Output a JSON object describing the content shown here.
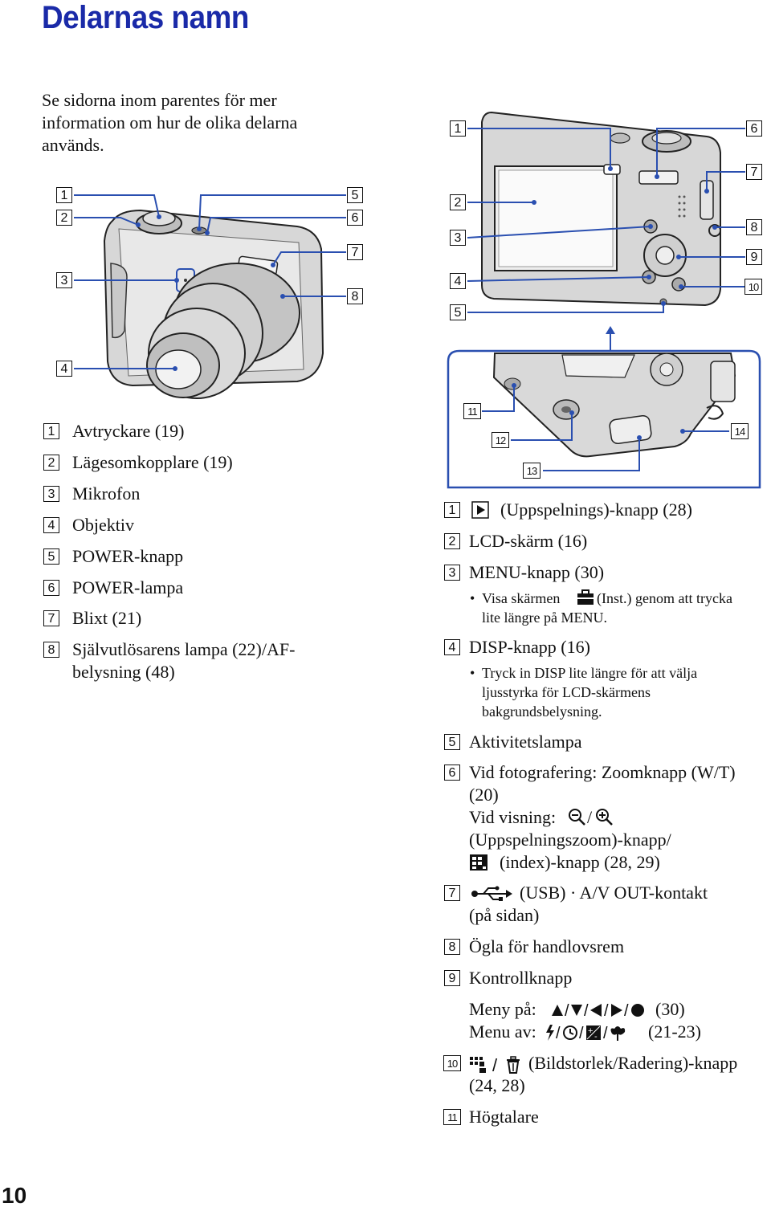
{
  "page": {
    "title": "Delarnas namn",
    "intro": "Se sidorna inom parentes för mer information om hur de olika delarna används.",
    "page_number": "10"
  },
  "front_callouts": [
    "1",
    "2",
    "3",
    "4",
    "5",
    "6",
    "7",
    "8"
  ],
  "back_callouts": [
    "1",
    "2",
    "3",
    "4",
    "5",
    "6",
    "7",
    "8",
    "9",
    "10"
  ],
  "bottom_callouts": [
    "11",
    "12",
    "13",
    "14"
  ],
  "front_list": [
    {
      "num": "1",
      "text": "Avtryckare (19)"
    },
    {
      "num": "2",
      "text": "Lägesomkopplare (19)"
    },
    {
      "num": "3",
      "text": "Mikrofon"
    },
    {
      "num": "4",
      "text": "Objektiv"
    },
    {
      "num": "5",
      "text": "POWER-knapp"
    },
    {
      "num": "6",
      "text": "POWER-lampa"
    },
    {
      "num": "7",
      "text": "Blixt (21)"
    },
    {
      "num": "8",
      "text": "Självutlösarens lampa (22)/AF-",
      "text2": "belysning (48)"
    }
  ],
  "back_list": {
    "item1": {
      "num": "1",
      "text": "(Uppspelnings)-knapp (28)",
      "icon": "play-icon"
    },
    "item2": {
      "num": "2",
      "text": "LCD-skärm (16)"
    },
    "item3": {
      "num": "3",
      "text": "MENU-knapp (30)",
      "sub_a": "Visa skärmen",
      "sub_b": "(Inst.) genom att trycka",
      "sub_c": "lite längre på MENU.",
      "icon": "toolbox-icon"
    },
    "item4": {
      "num": "4",
      "text": "DISP-knapp (16)",
      "sub1": "Tryck in DISP lite längre för att välja",
      "sub2": "ljusstyrka för LCD-skärmens",
      "sub3": "bakgrundsbelysning."
    },
    "item5": {
      "num": "5",
      "text": "Aktivitetslampa"
    },
    "item6": {
      "num": "6",
      "line1": "Vid fotografering: Zoomknapp (W/T)",
      "line2": "(20)",
      "line3": "Vid visning:",
      "line4": "(Uppspelningszoom)-knapp/",
      "line5": "(index)-knapp (28, 29)"
    },
    "item7": {
      "num": "7",
      "line1": "(USB) · A/V OUT-kontakt",
      "line2": "(på sidan)",
      "icon": "usb-icon"
    },
    "item8": {
      "num": "8",
      "text": "Ögla för handlovsrem"
    },
    "item9": {
      "num": "9",
      "text": "Kontrollknapp",
      "menu_on": "Meny på:",
      "menu_on_vals": "(30)",
      "menu_off": "Menu av:",
      "menu_off_vals": "(21-23)"
    },
    "item10": {
      "num": "10",
      "line1": "(Bildstorlek/Radering)-knapp",
      "line2": "(24, 28)"
    },
    "item11": {
      "num": "11",
      "text": "Högtalare"
    }
  }
}
